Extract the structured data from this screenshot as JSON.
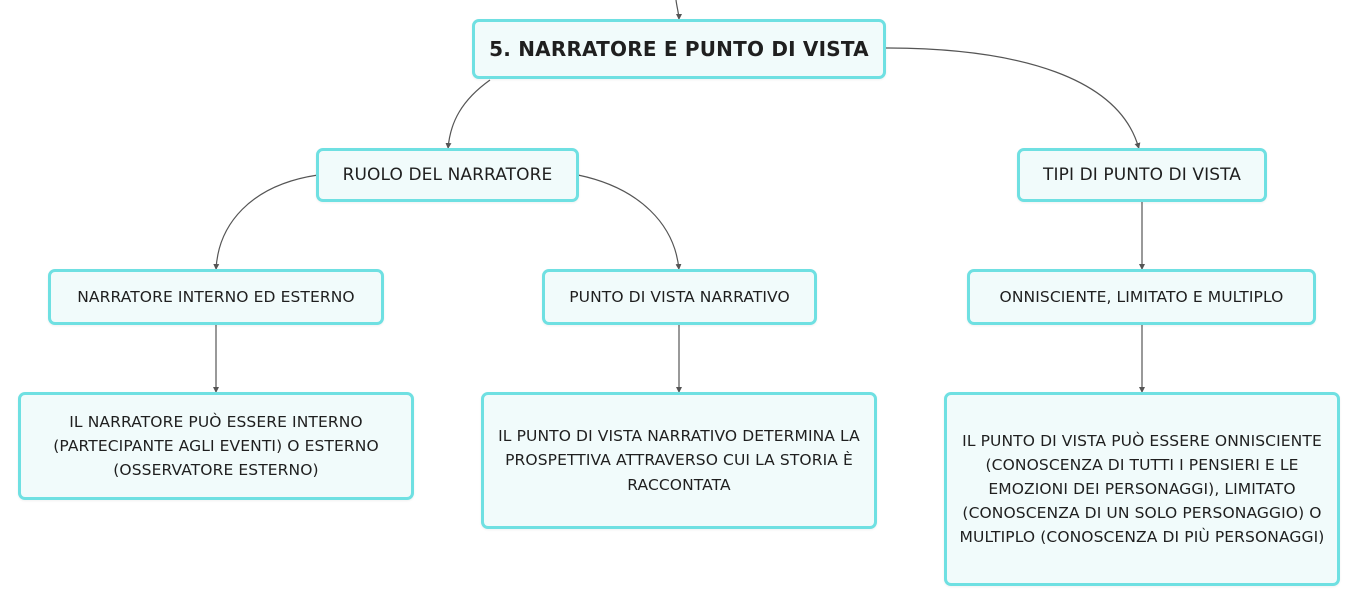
{
  "root": {
    "label": "5. NARRATORE E PUNTO DI VISTA"
  },
  "branches": {
    "ruolo": {
      "label": "RUOLO DEL NARRATORE",
      "interno": {
        "label": "NARRATORE INTERNO ED ESTERNO",
        "detail": "IL NARRATORE PUÒ ESSERE INTERNO (PARTECIPANTE AGLI EVENTI) O ESTERNO (OSSERVATORE ESTERNO)"
      },
      "punto": {
        "label": "PUNTO DI VISTA NARRATIVO",
        "detail": "IL PUNTO DI VISTA NARRATIVO DETERMINA LA PROSPETTIVA ATTRAVERSO CUI LA STORIA È RACCONTATA"
      }
    },
    "tipi": {
      "label": "TIPI DI PUNTO DI VISTA",
      "onnisciente": {
        "label": "ONNISCIENTE, LIMITATO E MULTIPLO",
        "detail": "IL PUNTO DI VISTA PUÒ ESSERE ONNISCIENTE (CONOSCENZA DI TUTTI I PENSIERI E LE EMOZIONI DEI PERSONAGGI), LIMITATO (CONOSCENZA DI UN SOLO PERSONAGGIO) O MULTIPLO (CONOSCENZA DI PIÙ PERSONAGGI)"
      }
    }
  },
  "colors": {
    "node_border": "#6fe0e2",
    "node_fill": "#f1fbfb",
    "connector": "#555555",
    "text": "#1f1f1f"
  }
}
